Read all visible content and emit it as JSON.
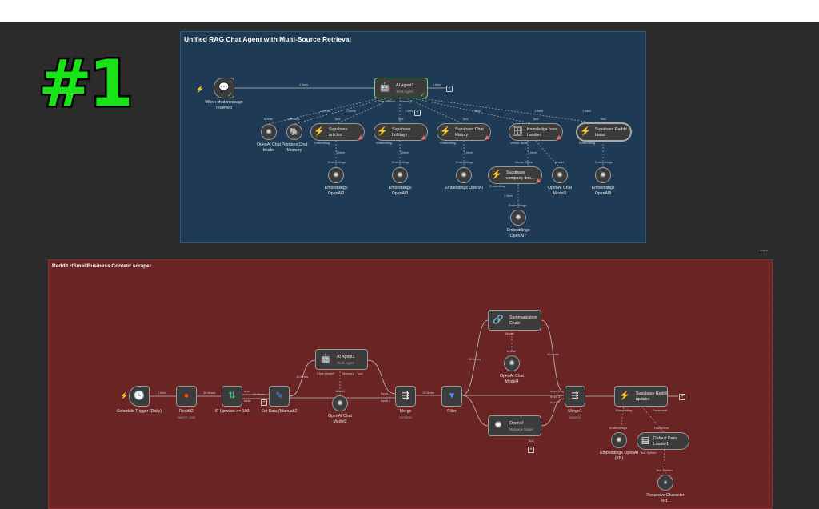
{
  "overlay_text": "#1",
  "group1": {
    "title": "Unified RAG Chat Agent with Multi-Source Retrieval"
  },
  "group2": {
    "title": "Reddit r/SmallBusiness Content scraper"
  },
  "g1_nodes": {
    "trigger": "When chat message received",
    "agent": "AI Agent2",
    "agent_sub": "Tools Agent",
    "articles": "Supabase articles",
    "holidays": "Supabase holidays",
    "history": "Supabase Chat History",
    "kb": "Knowledge base handler",
    "ideas": "Supabase Reddit Ideas",
    "company": "Supabase company doc…",
    "openai_chat": "OpenAI Chat Model",
    "postgres": "Postgres Chat Memory",
    "emb2": "Embeddings OpenAI2",
    "emb3": "Embeddings OpenAI3",
    "emb": "Embeddings OpenAI",
    "chat1": "OpenAI Chat Model1",
    "emb8": "Embeddings OpenAI8",
    "emb7": "Embeddings OpenAI7"
  },
  "g2_nodes": {
    "schedule": "Schedule Trigger (Daily)",
    "reddit": "Reddit2",
    "reddit_sub": "search: post",
    "if": "IF Upvotes >= 100",
    "set": "Set Data (Manual)2",
    "agent": "AI Agent1",
    "agent_sub": "Tools Agent",
    "chat3": "OpenAI Chat Model3",
    "merge": "Merge",
    "merge_sub": "combine",
    "filter": "Filter",
    "summ": "Summarization Chain",
    "chat4": "OpenAI Chat Model4",
    "openai": "OpenAI",
    "openai_sub": "Message Model",
    "merge1": "Merge1",
    "merge1_sub": "append",
    "updater": "Supabase Reddit updater",
    "embkb": "Embeddings OpenAI (KB)",
    "loader": "Default Data Loader1",
    "splitter": "Recursive Character Text…"
  },
  "edges": {
    "one_item": "1 item",
    "two_items": "2 items",
    "ten_items": "10 items",
    "true": "true",
    "false": "false",
    "model": "Model",
    "memory": "Memory",
    "tool": "Tool",
    "chat_model": "Chat Model*",
    "embedding": "Embedding",
    "embeddings": "Embeddings",
    "vector_store": "Vector Store",
    "input1": "Input 1",
    "input2": "Input 2",
    "input3": "Input 3",
    "document": "Document",
    "text_splitter": "Text Splitter"
  },
  "colors": {
    "group1_bg": "#1f3a54",
    "group2_bg": "#6b2424",
    "rank": "#18e418",
    "node_bg": "#3c3c3c"
  }
}
